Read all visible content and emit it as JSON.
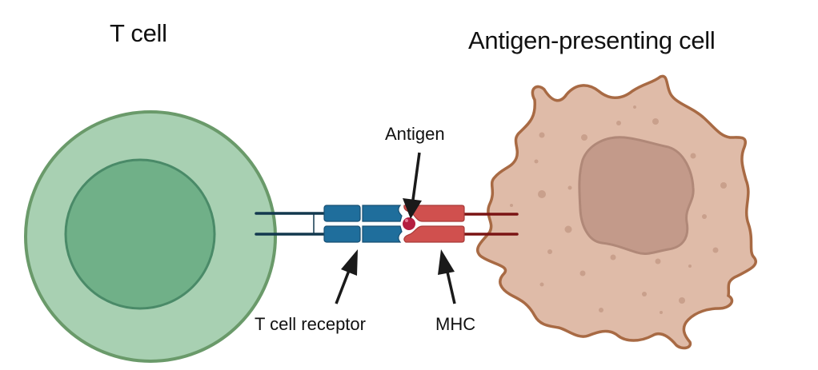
{
  "titles": {
    "t_cell": "T cell",
    "apc": "Antigen-presenting cell"
  },
  "labels": {
    "antigen": "Antigen",
    "tcr": "T cell receptor",
    "mhc": "MHC"
  },
  "colors": {
    "t_cell_fill": "#a8d0b2",
    "t_cell_stroke": "#6a9a6a",
    "t_nucleus_fill": "#70b088",
    "t_nucleus_stroke": "#4a8a68",
    "tcr_fill": "#1f6e9c",
    "tcr_stroke": "#174f72",
    "tcr_line": "#12384e",
    "mhc_fill": "#d0504e",
    "mhc_stroke": "#a83a38",
    "mhc_line": "#7a1414",
    "antigen_fill": "#b51e40",
    "apc_fill": "#dfbba8",
    "apc_stroke": "#a86a44",
    "apc_nucleus_fill": "#c39a8a",
    "apc_nucleus_stroke": "#b08878",
    "apc_granule": "#c9a08c",
    "arrow": "#1a1a1a"
  }
}
